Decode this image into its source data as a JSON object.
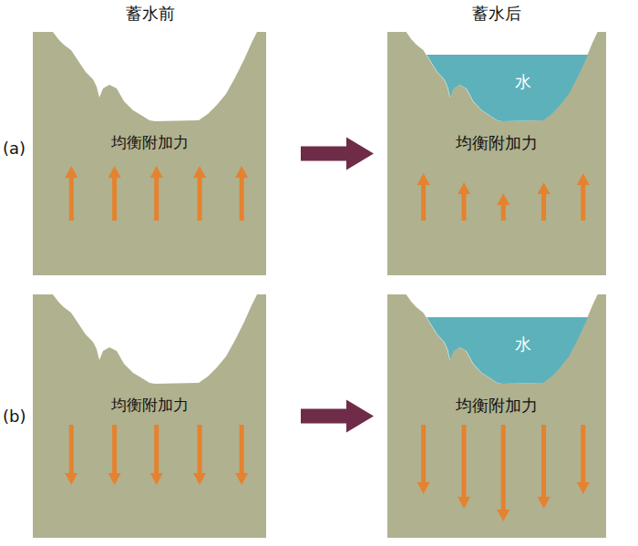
{
  "diagram": {
    "nodes": [
      {
        "text": [
          "均衡附加力"
        ]
      },
      {
        "text": [
          "均衡附加力"
        ]
      },
      {
        "text": [
          "水"
        ],
        "in": 1
      },
      {
        "text": [
          "均衡附加力"
        ]
      },
      {
        "text": [
          "均衡附加力"
        ]
      },
      {
        "text": [
          "水"
        ],
        "in": 4
      }
    ],
    "edges": [
      {
        "from": 0,
        "to": 1,
        "arrow": "to"
      },
      {
        "from": 3,
        "to": 4,
        "arrow": "to"
      }
    ],
    "labels": [
      "蓄水前",
      "蓄水后",
      "(a)",
      "(b)"
    ]
  }
}
